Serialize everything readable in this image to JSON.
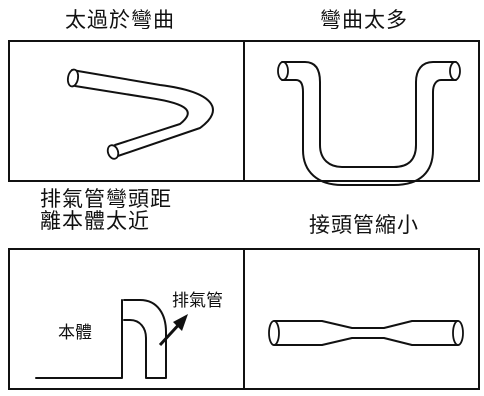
{
  "panels": {
    "top_left": {
      "caption": "太過於彎曲"
    },
    "top_right": {
      "caption": "彎曲太多"
    },
    "bottom_left": {
      "caption_line1": "排氣管彎頭距",
      "caption_line2": "離本體太近",
      "body_label": "本體",
      "exhaust_label": "排氣管"
    },
    "bottom_right": {
      "caption": "接頭管縮小"
    }
  }
}
